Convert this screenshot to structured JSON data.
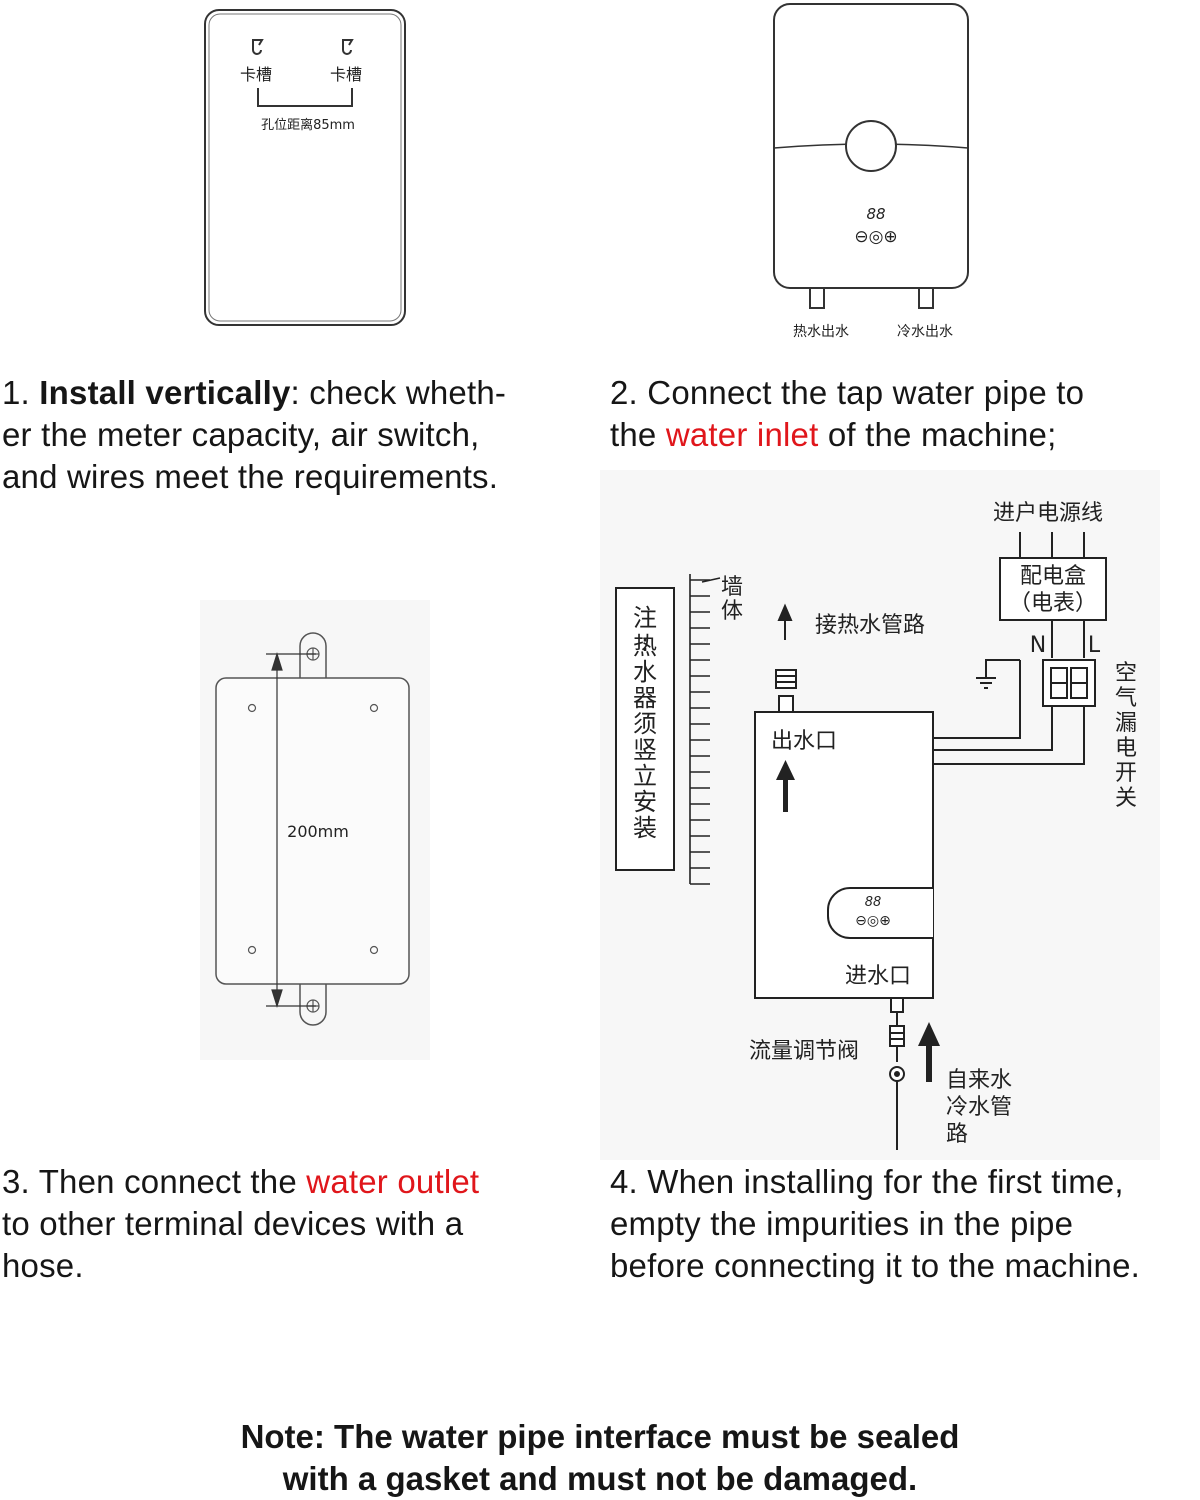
{
  "panel1": {
    "slot_left": "卡槽",
    "slot_right": "卡槽",
    "hole_distance": "孔位距离85mm"
  },
  "panel2": {
    "display_digits": "88",
    "controls": "⊖◎⊕",
    "hot_outlet": "热水出水",
    "cold_outlet": "冷水出水"
  },
  "panel3": {
    "dimension": "200mm"
  },
  "panel4": {
    "incoming_power": "进户电源线",
    "distribution_box_1": "配电盒",
    "distribution_box_2": "（电表）",
    "n_label": "N",
    "l_label": "L",
    "breaker_label": "空气漏电开关",
    "wall_label": "墙体",
    "note_vertical": "注:热水器须竖立安装",
    "hot_pipe": "接热水管路",
    "water_outlet": "出水口",
    "water_inlet": "进水口",
    "display_digits": "88",
    "controls": "⊖◎⊕",
    "flow_valve": "流量调节阀",
    "tap_pipe_1": "自来水",
    "tap_pipe_2": "冷水管",
    "tap_pipe_3": "路"
  },
  "captions": {
    "c1_num": "1. ",
    "c1_bold": "Install vertically",
    "c1_rest_a": ": check wheth-",
    "c1_rest_b": "er the meter capacity, air switch,",
    "c1_rest_c": "and wires meet the requirements.",
    "c2_a": "2. Connect the tap water pipe to",
    "c2_b_pre": "the ",
    "c2_b_red": "water inlet",
    "c2_b_post": " of the machine;",
    "c3_a_pre": "3. Then connect the ",
    "c3_a_red": "water outlet",
    "c3_b": "to other terminal devices with a",
    "c3_c": "hose.",
    "c4_a": "4. When installing for the first time,",
    "c4_b": "empty the impurities in the pipe",
    "c4_c": "before connecting it to the machine."
  },
  "note": {
    "line1": "Note: The water pipe interface must be sealed",
    "line2": "with a gasket and must not be damaged."
  },
  "colors": {
    "accent_red": "#e0161b",
    "line": "#333333"
  }
}
